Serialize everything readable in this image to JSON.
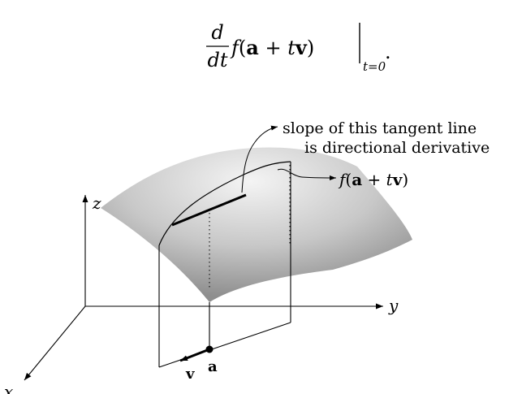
{
  "formula": {
    "frac_num": "d",
    "frac_den": "dt",
    "f": "f",
    "paren_open": "(",
    "a": "a",
    "plus": " + ",
    "t": "t",
    "v": "v",
    "paren_close": ")",
    "subscript": "t=0",
    "trailing": "."
  },
  "axes": {
    "x": "x",
    "y": "y",
    "z": "z"
  },
  "annotations": {
    "slope_line1": "slope of this tangent line",
    "slope_line2": "is directional derivative",
    "curve_f": "f",
    "curve_open": "(",
    "curve_a": "a",
    "curve_plus": " + ",
    "curve_t": "t",
    "curve_v": "v",
    "curve_close": ")"
  },
  "points": {
    "a": "a",
    "v": "v"
  },
  "colors": {
    "ink": "#000000",
    "surface_light": "#f2f2f2",
    "surface_dark": "#9a9a9a"
  }
}
